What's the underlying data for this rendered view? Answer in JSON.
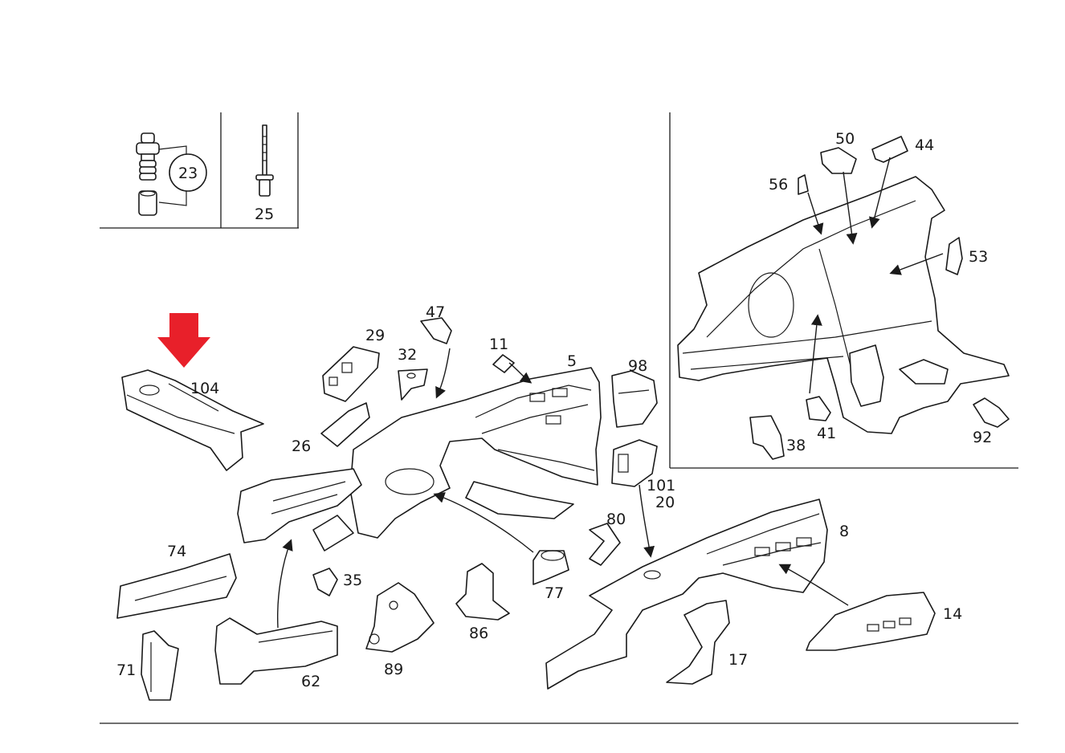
{
  "highlight": {
    "color": "#e8202a",
    "target_label": "104"
  },
  "labels": {
    "l23": "23",
    "l25": "25",
    "l104": "104",
    "l29": "29",
    "l32": "32",
    "l47": "47",
    "l11": "11",
    "l5": "5",
    "l98": "98",
    "l26": "26",
    "l101": "101",
    "l20": "20",
    "l80": "80",
    "l8": "8",
    "l74": "74",
    "l35": "35",
    "l77": "77",
    "l86": "86",
    "l89": "89",
    "l62": "62",
    "l71": "71",
    "l17": "17",
    "l14": "14",
    "l50": "50",
    "l44": "44",
    "l56": "56",
    "l53": "53",
    "l41": "41",
    "l38": "38",
    "l92": "92"
  }
}
